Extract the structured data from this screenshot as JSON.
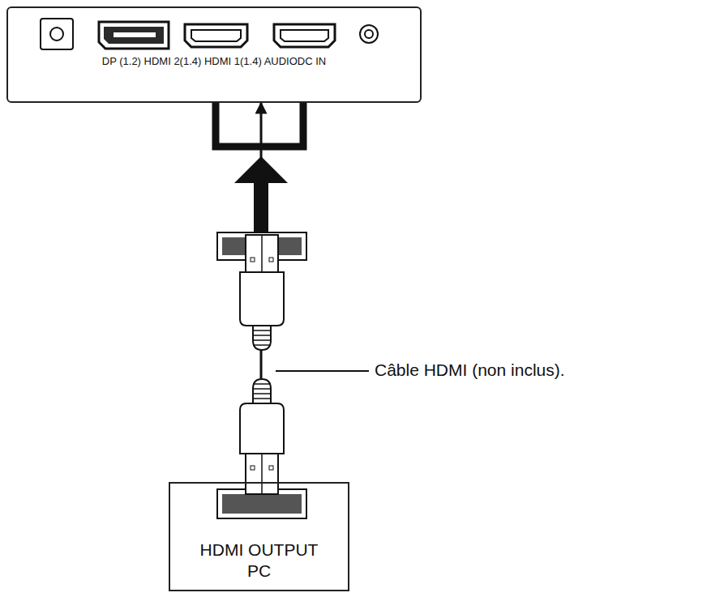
{
  "diagram": {
    "nodes": [
      {
        "text": [
          "DP (1.2) HDMI 2(1.4) HDMI 1(1.4) AUDIODC IN"
        ]
      },
      {
        "text": [
          "HDMI OUTPUT",
          "PC"
        ]
      }
    ],
    "edges": [
      {
        "from": 1,
        "to": 0,
        "arrow": "to"
      }
    ],
    "labels": [
      "Câble HDMI (non inclus)."
    ]
  }
}
